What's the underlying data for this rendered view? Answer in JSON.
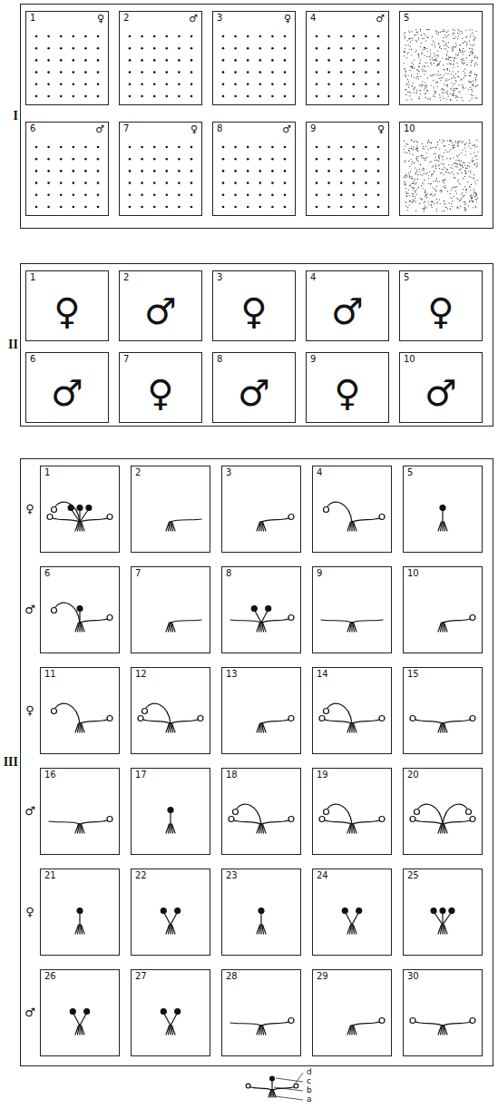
{
  "diagram": {
    "nodes": [
      {
        "text": [
          "I"
        ]
      },
      {
        "text": [
          "1",
          "♀"
        ],
        "in": 0
      },
      {
        "text": [
          "2",
          "♂"
        ],
        "in": 0
      },
      {
        "text": [
          "3",
          "♀"
        ],
        "in": 0
      },
      {
        "text": [
          "4",
          "♂"
        ],
        "in": 0
      },
      {
        "text": [
          "5"
        ],
        "in": 0
      },
      {
        "text": [
          "6",
          "♂"
        ],
        "in": 0
      },
      {
        "text": [
          "7",
          "♀"
        ],
        "in": 0
      },
      {
        "text": [
          "8",
          "♂"
        ],
        "in": 0
      },
      {
        "text": [
          "9",
          "♀"
        ],
        "in": 0
      },
      {
        "text": [
          "10"
        ],
        "in": 0
      },
      {
        "text": [
          "II"
        ]
      },
      {
        "text": [
          "1",
          "♀"
        ],
        "in": 11
      },
      {
        "text": [
          "2",
          "♂"
        ],
        "in": 11
      },
      {
        "text": [
          "3",
          "♀"
        ],
        "in": 11
      },
      {
        "text": [
          "4",
          "♂"
        ],
        "in": 11
      },
      {
        "text": [
          "5",
          "♀"
        ],
        "in": 11
      },
      {
        "text": [
          "6",
          "♂"
        ],
        "in": 11
      },
      {
        "text": [
          "7",
          "♀"
        ],
        "in": 11
      },
      {
        "text": [
          "8",
          "♂"
        ],
        "in": 11
      },
      {
        "text": [
          "9",
          "♀"
        ],
        "in": 11
      },
      {
        "text": [
          "10",
          "♂"
        ],
        "in": 11
      },
      {
        "text": [
          "III"
        ]
      },
      {
        "text": [
          "1"
        ],
        "in": 22
      },
      {
        "text": [
          "2"
        ],
        "in": 22
      },
      {
        "text": [
          "3"
        ],
        "in": 22
      },
      {
        "text": [
          "4"
        ],
        "in": 22
      },
      {
        "text": [
          "5"
        ],
        "in": 22
      },
      {
        "text": [
          "6"
        ],
        "in": 22
      },
      {
        "text": [
          "7"
        ],
        "in": 22
      },
      {
        "text": [
          "8"
        ],
        "in": 22
      },
      {
        "text": [
          "9"
        ],
        "in": 22
      },
      {
        "text": [
          "10"
        ],
        "in": 22
      },
      {
        "text": [
          "11"
        ],
        "in": 22
      },
      {
        "text": [
          "12"
        ],
        "in": 22
      },
      {
        "text": [
          "13"
        ],
        "in": 22
      },
      {
        "text": [
          "14"
        ],
        "in": 22
      },
      {
        "text": [
          "15"
        ],
        "in": 22
      },
      {
        "text": [
          "16"
        ],
        "in": 22
      },
      {
        "text": [
          "17"
        ],
        "in": 22
      },
      {
        "text": [
          "18"
        ],
        "in": 22
      },
      {
        "text": [
          "19"
        ],
        "in": 22
      },
      {
        "text": [
          "20"
        ],
        "in": 22
      },
      {
        "text": [
          "21"
        ],
        "in": 22
      },
      {
        "text": [
          "22"
        ],
        "in": 22
      },
      {
        "text": [
          "23"
        ],
        "in": 22
      },
      {
        "text": [
          "24"
        ],
        "in": 22
      },
      {
        "text": [
          "25"
        ],
        "in": 22
      },
      {
        "text": [
          "26"
        ],
        "in": 22
      },
      {
        "text": [
          "27"
        ],
        "in": 22
      },
      {
        "text": [
          "28"
        ],
        "in": 22
      },
      {
        "text": [
          "29"
        ],
        "in": 22
      },
      {
        "text": [
          "30"
        ],
        "in": 22
      }
    ],
    "labels": [
      "♀",
      "♂",
      "♀",
      "♂",
      "♀",
      "♂",
      "d",
      "c",
      "b",
      "a"
    ]
  }
}
